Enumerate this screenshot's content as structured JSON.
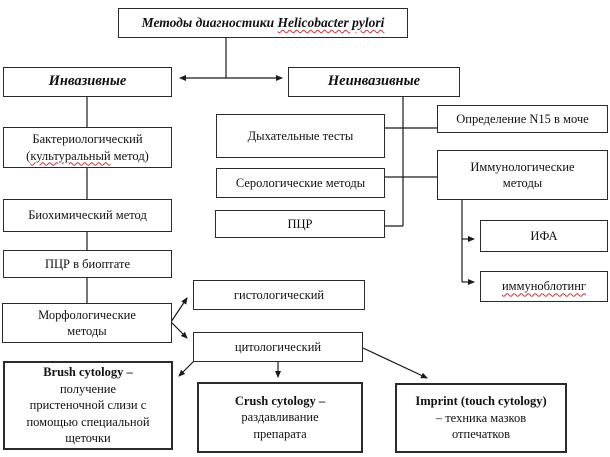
{
  "title": {
    "prefix": "Методы диагностики ",
    "latin": "Helicobacter pylori"
  },
  "nodes": {
    "invasive": {
      "label": "Инвазивные"
    },
    "noninvasive": {
      "label": "Неинвазивные"
    },
    "bacteriological": {
      "line1": "Бактериологический",
      "paren_open": "(",
      "wavy_word": "культуральный",
      "paren_rest": " метод)"
    },
    "biochemical": {
      "label": "Биохимический метод"
    },
    "pcr_biopsy": {
      "label": "ПЦР в биоптате"
    },
    "morphological": {
      "lines": [
        "Морфологические",
        "методы"
      ]
    },
    "breath_tests": {
      "label": "Дыхательные тесты"
    },
    "serological": {
      "label": "Серологические методы"
    },
    "pcr": {
      "label": "ПЦР"
    },
    "n15_urine": {
      "label": "Определение N15 в моче"
    },
    "immunological": {
      "lines": [
        "Иммунологические",
        "методы"
      ]
    },
    "ifa": {
      "label": "ИФА"
    },
    "immunoblot": {
      "label": "иммуноблотинг"
    },
    "histological": {
      "label": "гистологический"
    },
    "cytological": {
      "label": "цитологический"
    },
    "brush": {
      "title": "Brush cytology –",
      "desc_lines": [
        "получение",
        "пристеночной слизи с",
        "помощью специальной",
        "щеточки"
      ]
    },
    "crush": {
      "title": "Crush cytology –",
      "desc_lines": [
        "раздавливание",
        "препарата"
      ]
    },
    "imprint": {
      "title": "Imprint (touch cytology)",
      "desc_lines": [
        "– техника мазков",
        "отпечатков"
      ]
    }
  },
  "colors": {
    "line": "#1a1a1a",
    "box_border": "#2b2b2b",
    "background": "#ffffff",
    "text": "#111111",
    "spellcheck_underline": "#cc3333"
  }
}
